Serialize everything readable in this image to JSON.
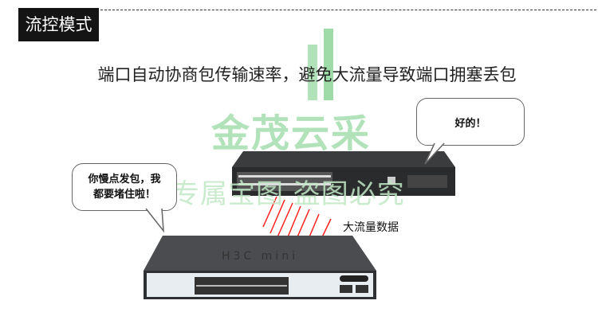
{
  "section_title": "流控模式",
  "subtitle": "端口自动协商包传输速率，避免大流量导致端口拥塞丢包",
  "watermark": {
    "brand": "金茂云采",
    "notice": "专属宝图 盗图必究"
  },
  "bubbles": {
    "right": "好的！",
    "left_line1": "你慢点发包，我",
    "left_line2": "都要堵住啦！"
  },
  "flow_label": "大流量数据",
  "devices": {
    "bottom_brand": "H3C mini"
  },
  "colors": {
    "title_bg": "#141414",
    "watermark": "#b2e2ba",
    "rays": "#ff2020"
  }
}
